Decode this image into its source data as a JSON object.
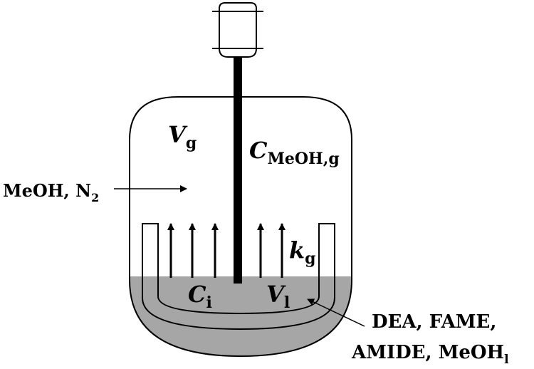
{
  "labels": {
    "gas_volume": {
      "main": "V",
      "sub": "g"
    },
    "methanol_gas_conc": {
      "main": "C",
      "sub": "MeOH,g"
    },
    "mass_transfer": {
      "main": "k",
      "sub": "g"
    },
    "interface_conc": {
      "main": "C",
      "sub": "i"
    },
    "liquid_volume": {
      "main": "V",
      "sub": "l"
    },
    "gas_feed": {
      "main": "MeOH, N",
      "sub": "2"
    },
    "liquid_components_line1": "DEA, FAME,",
    "liquid_components_line2": {
      "main": "AMIDE, MeOH",
      "sub": "l"
    }
  },
  "colors": {
    "liquid": "#a6a6a6",
    "stroke": "#000000"
  }
}
